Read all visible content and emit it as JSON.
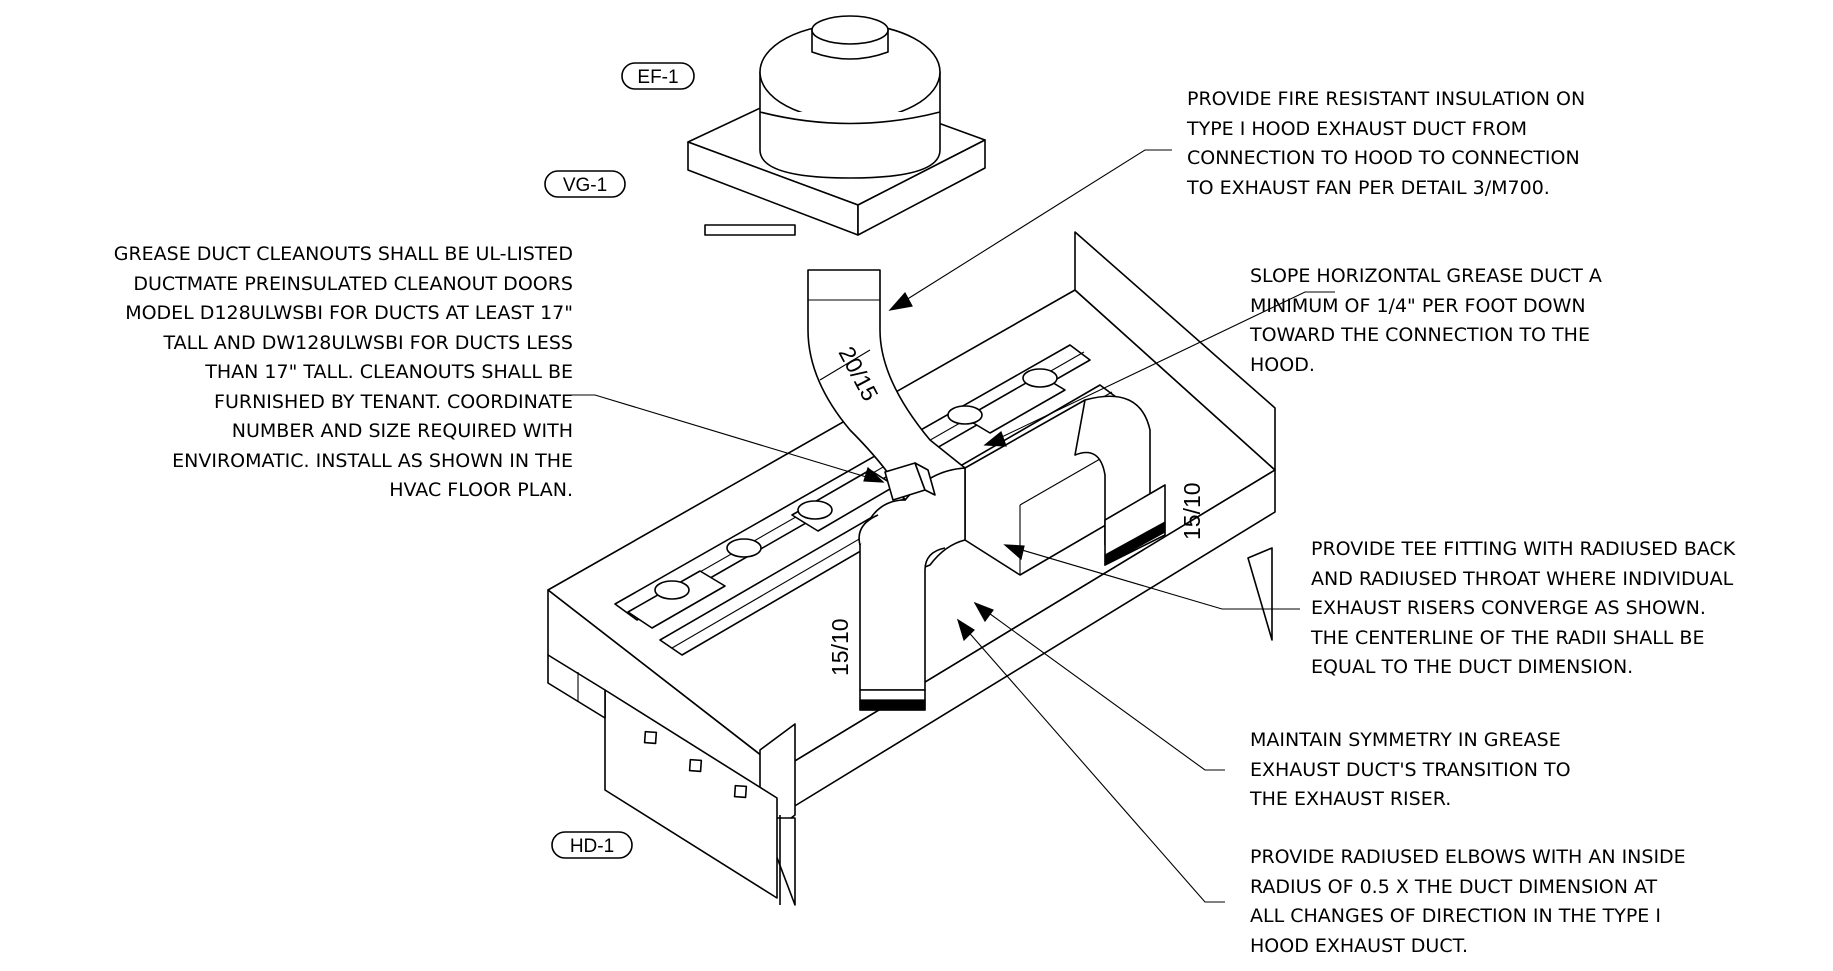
{
  "tags": {
    "ef1": "EF-1",
    "vg1": "VG-1",
    "hd1": "HD-1"
  },
  "dimensions": {
    "main_duct": "20/15",
    "right_riser": "15/10",
    "left_riser": "15/10"
  },
  "notes": {
    "insulation": [
      "PROVIDE FIRE RESISTANT INSULATION ON",
      "TYPE I HOOD EXHAUST DUCT FROM",
      "CONNECTION TO HOOD TO CONNECTION",
      "TO EXHAUST FAN PER DETAIL 3/M700."
    ],
    "slope": [
      "SLOPE HORIZONTAL GREASE DUCT A",
      "MINIMUM OF 1/4\" PER FOOT DOWN",
      "TOWARD THE CONNECTION TO THE",
      "HOOD."
    ],
    "cleanouts": [
      "GREASE DUCT CLEANOUTS SHALL BE UL-LISTED",
      "DUCTMATE PREINSULATED CLEANOUT DOORS",
      "MODEL D128ULWSBI FOR DUCTS AT LEAST 17\"",
      "TALL AND DW128ULWSBI FOR DUCTS LESS",
      "THAN 17\" TALL.  CLEANOUTS SHALL BE",
      "FURNISHED BY TENANT.  COORDINATE",
      "NUMBER AND SIZE REQUIRED WITH",
      "ENVIROMATIC.  INSTALL AS SHOWN IN THE",
      "HVAC FLOOR PLAN."
    ],
    "tee": [
      "PROVIDE TEE FITTING WITH RADIUSED BACK",
      "AND RADIUSED THROAT WHERE INDIVIDUAL",
      "EXHAUST RISERS CONVERGE AS SHOWN.",
      "THE CENTERLINE OF THE RADII SHALL BE",
      "EQUAL TO THE DUCT DIMENSION."
    ],
    "symmetry": [
      "MAINTAIN SYMMETRY IN GREASE",
      "EXHAUST DUCT'S TRANSITION TO",
      "THE EXHAUST RISER."
    ],
    "elbows": [
      "PROVIDE RADIUSED ELBOWS WITH AN INSIDE",
      "RADIUS OF 0.5 X THE DUCT DIMENSION AT",
      "ALL CHANGES OF DIRECTION IN THE TYPE I",
      "HOOD EXHAUST DUCT."
    ]
  }
}
